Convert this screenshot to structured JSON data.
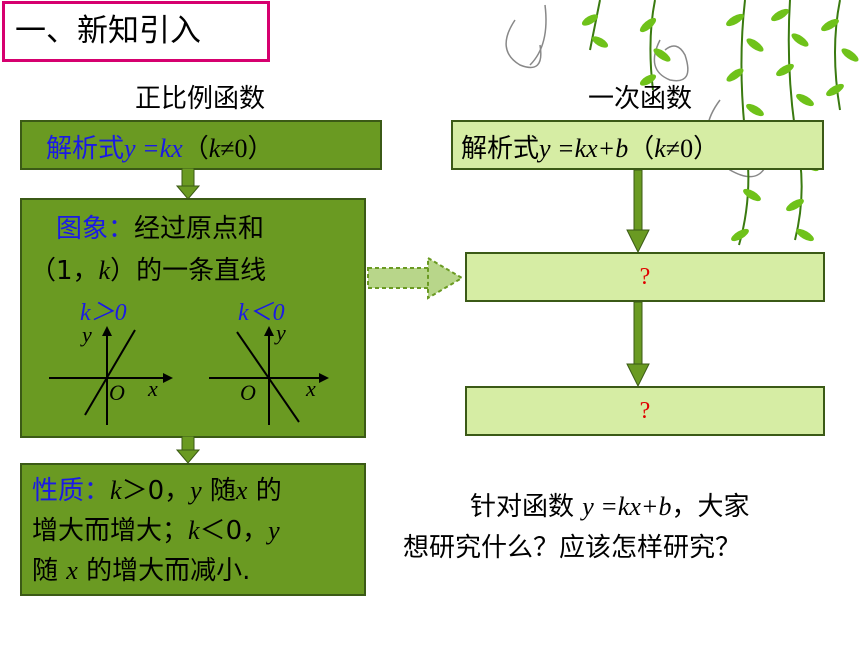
{
  "section_title": "一、新知引入",
  "left": {
    "heading": "正比例函数",
    "formula": {
      "label": "解析式",
      "expr": "y =kx",
      "cond_open": "（",
      "k": "k",
      "neq": "≠0）"
    },
    "graph": {
      "label": "图象：",
      "line1_text": "经过原点和",
      "line2_a": "（1，",
      "line2_k": "k",
      "line2_b": "）的一条直线",
      "pos_label": "k＞0",
      "neg_label": "k＜0",
      "axis_y": "y",
      "axis_x": "x",
      "origin": "O"
    },
    "property": {
      "label": "性质：",
      "l1_a": "k",
      "l1_b": "＞0，",
      "l1_c": "y",
      "l1_d": " 随",
      "l1_e": "x",
      "l1_f": " 的",
      "l2_a": "增大而增大；",
      "l2_b": "k",
      "l2_c": "＜0，",
      "l2_d": "y",
      "l3_a": "随 ",
      "l3_b": "x",
      "l3_c": " 的增大而减小."
    }
  },
  "right": {
    "heading": "一次函数",
    "formula": {
      "label": "解析式",
      "expr": "y =kx+b",
      "cond_open": "（",
      "k": "k",
      "neq": "≠0）"
    },
    "q1": "?",
    "q2": "?",
    "question": {
      "l1_a": "针对函数 ",
      "l1_b": "y =kx+b",
      "l1_c": "，大家",
      "l2": "想研究什么？应该怎样研究？"
    }
  },
  "colors": {
    "box_dark": "#6a9a22",
    "box_light": "#d6eda4",
    "title_border": "#d6006f",
    "arrow": "#6a9a22"
  }
}
